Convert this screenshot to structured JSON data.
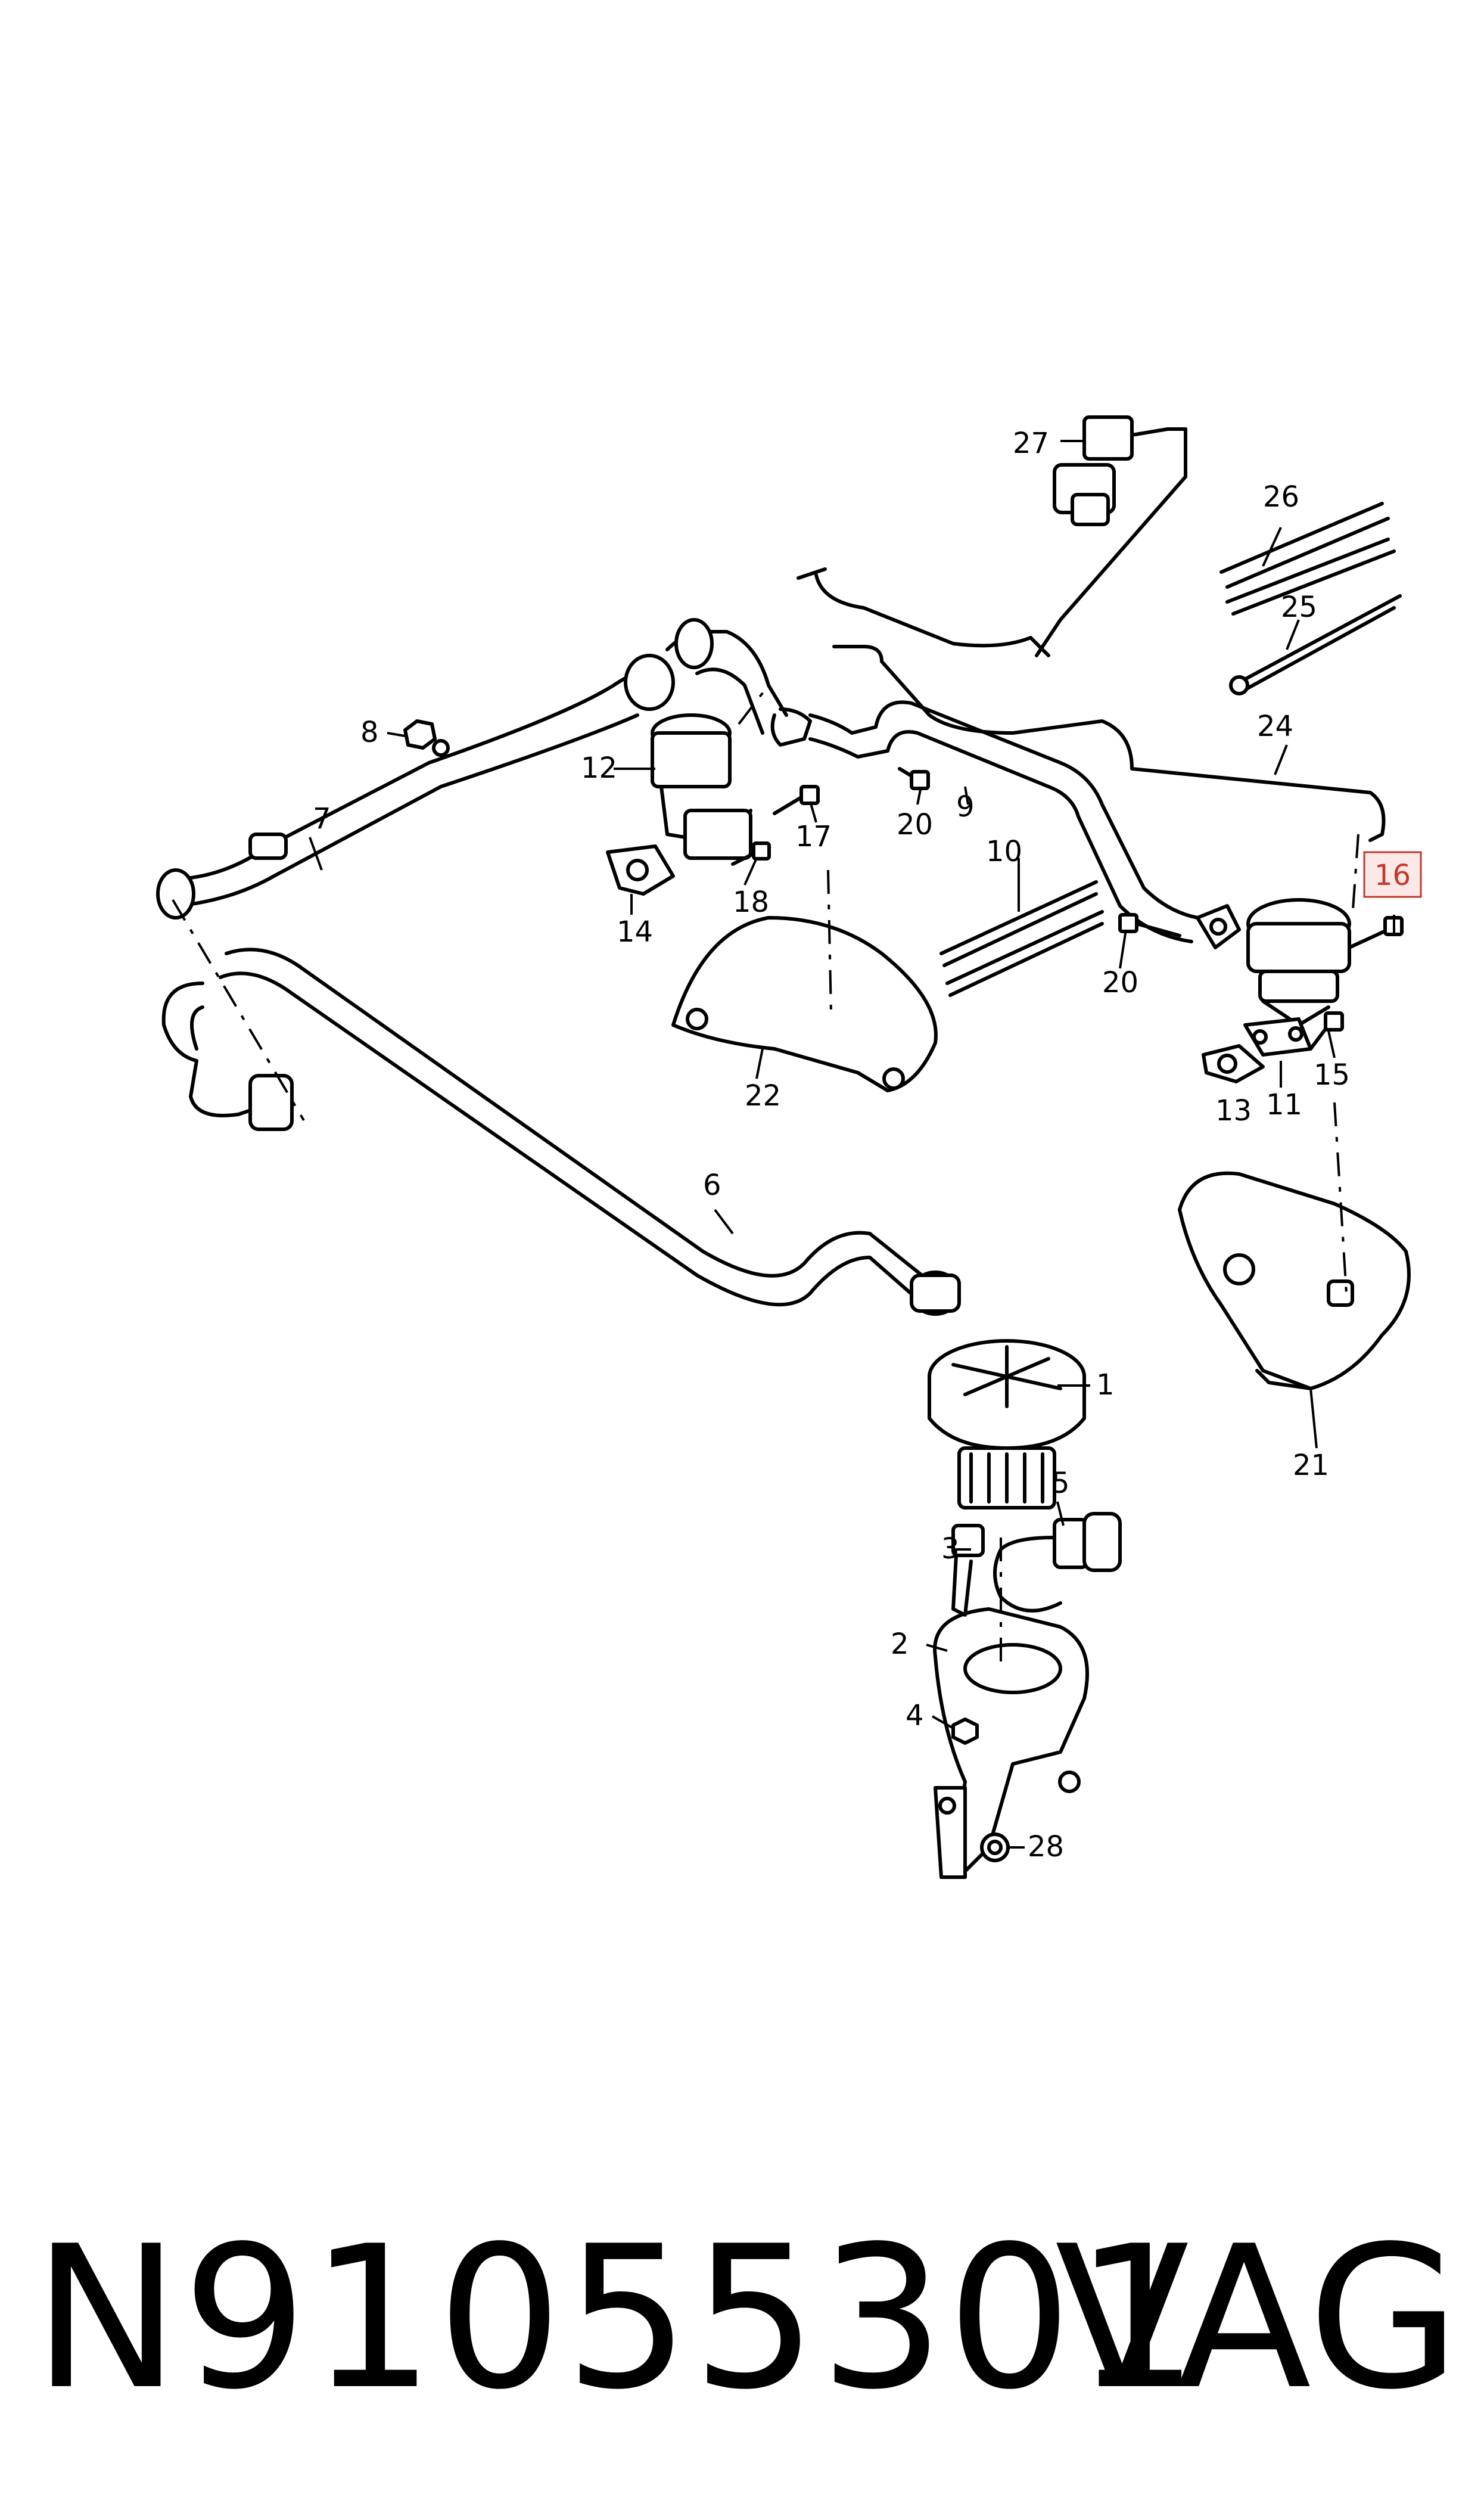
{
  "diagram": {
    "callouts": {
      "c1": "1",
      "c2": "2",
      "c3": "3",
      "c4": "4",
      "c5": "5",
      "c6": "6",
      "c7": "7",
      "c8": "8",
      "c9": "9",
      "c10": "10",
      "c11": "11",
      "c12": "12",
      "c13": "13",
      "c14": "14",
      "c15": "15",
      "c16": "16",
      "c17": "17",
      "c18": "18",
      "c20a": "20",
      "c20b": "20",
      "c21": "21",
      "c22": "22",
      "c24": "24",
      "c25": "25",
      "c26": "26",
      "c27": "27",
      "c28": "28"
    },
    "highlighted_callout": "16",
    "highlight_color": "#c0392b"
  },
  "footer": {
    "part_number": "N91055301",
    "brand": "VAG"
  }
}
